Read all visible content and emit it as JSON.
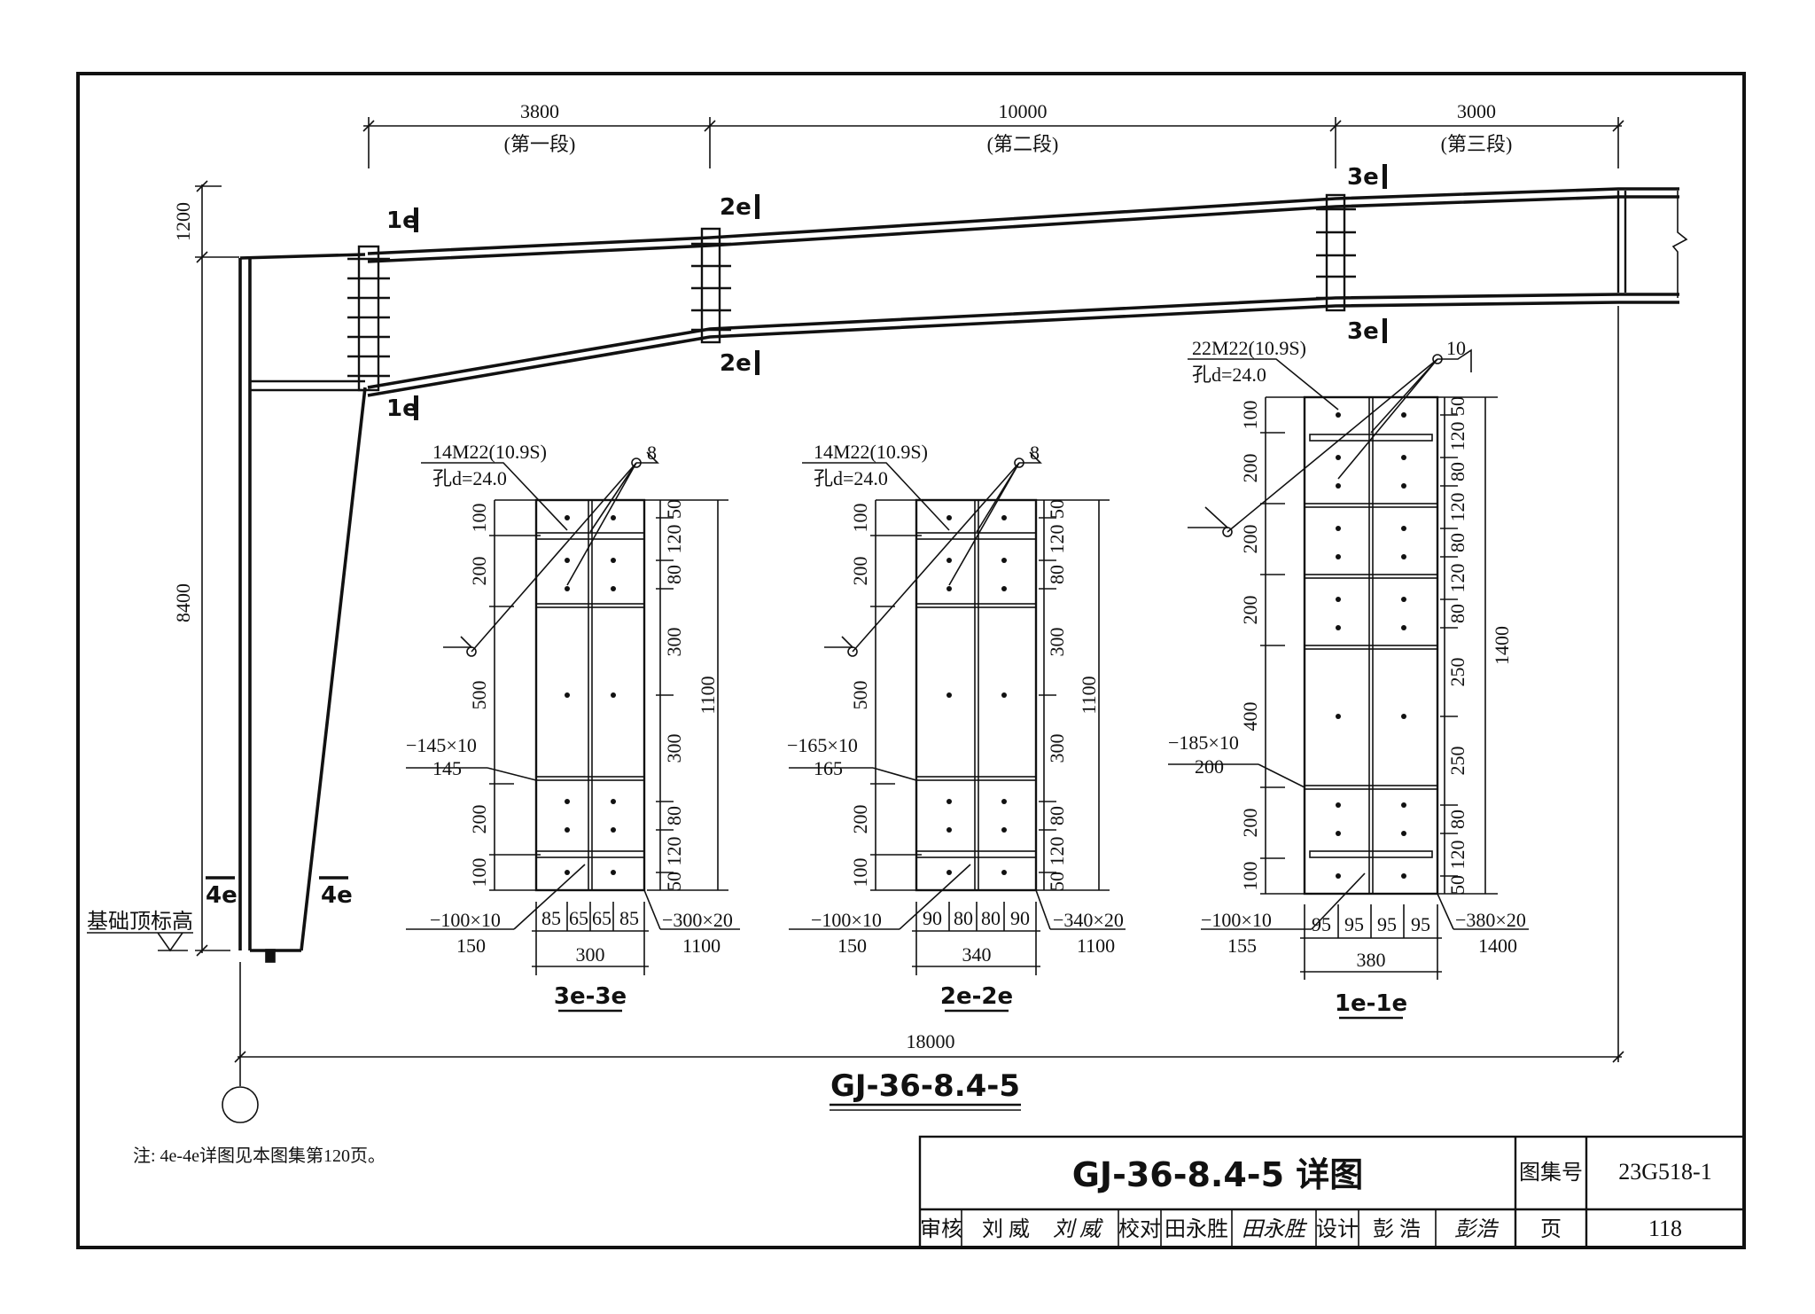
{
  "drawing": {
    "title": "GJ-36-8.4-5",
    "total_span": "18000",
    "segments": [
      {
        "length": "3800",
        "name": "(第一段)"
      },
      {
        "length": "10000",
        "name": "(第二段)"
      },
      {
        "length": "3000",
        "name": "(第三段)"
      }
    ],
    "height_top": "1200",
    "height_column": "8400",
    "foundation_label": "基础顶标高",
    "cut_marks": {
      "c1": "1e",
      "c2": "2e",
      "c3": "3e",
      "c4": "4e"
    },
    "note": "注: 4e-4e详图见本图集第120页。"
  },
  "details": [
    {
      "section": "3e-3e",
      "bolts": "14M22(10.9S)",
      "hole": "孔d=24.0",
      "weld": "8",
      "flange": "−145×10",
      "flange_w": "145",
      "stiff": "−100×10",
      "stiff_w": "150",
      "plate": "−300×20",
      "plate_h": "1100",
      "left_dims": [
        "100",
        "200",
        "500",
        "200",
        "100"
      ],
      "right_dims": [
        "50",
        "120",
        "80",
        "300",
        "300",
        "80",
        "120",
        "50"
      ],
      "total_h": "1100",
      "bottom_dims": [
        "85",
        "65",
        "65",
        "85"
      ],
      "width": "300"
    },
    {
      "section": "2e-2e",
      "bolts": "14M22(10.9S)",
      "hole": "孔d=24.0",
      "weld": "8",
      "flange": "−165×10",
      "flange_w": "165",
      "stiff": "−100×10",
      "stiff_w": "150",
      "plate": "−340×20",
      "plate_h": "1100",
      "left_dims": [
        "100",
        "200",
        "500",
        "200",
        "100"
      ],
      "right_dims": [
        "50",
        "120",
        "80",
        "300",
        "300",
        "80",
        "120",
        "50"
      ],
      "total_h": "1100",
      "bottom_dims": [
        "90",
        "80",
        "80",
        "90"
      ],
      "width": "340"
    },
    {
      "section": "1e-1e",
      "bolts": "22M22(10.9S)",
      "hole": "孔d=24.0",
      "weld": "10",
      "flange": "−185×10",
      "flange_w": "200",
      "stiff": "−100×10",
      "stiff_w": "155",
      "plate": "−380×20",
      "plate_h": "1400",
      "left_dims": [
        "100",
        "200",
        "200",
        "200",
        "400",
        "200",
        "100"
      ],
      "right_dims": [
        "50",
        "120",
        "80",
        "120",
        "80",
        "120",
        "80",
        "250",
        "250",
        "80",
        "120",
        "50"
      ],
      "total_h": "1400",
      "bottom_dims": [
        "95",
        "95",
        "95",
        "95"
      ],
      "width": "380"
    }
  ],
  "title_block": {
    "drawing_name": "GJ-36-8.4-5 详图",
    "atlas_label": "图集号",
    "atlas_no": "23G518-1",
    "page_label": "页",
    "page_no": "118",
    "review_label": "审核",
    "reviewer": "刘 威",
    "reviewer_sig": "刘 威",
    "check_label": "校对",
    "checker": "田永胜",
    "checker_sig": "田永胜",
    "design_label": "设计",
    "designer": "彭 浩",
    "designer_sig": "彭浩"
  }
}
